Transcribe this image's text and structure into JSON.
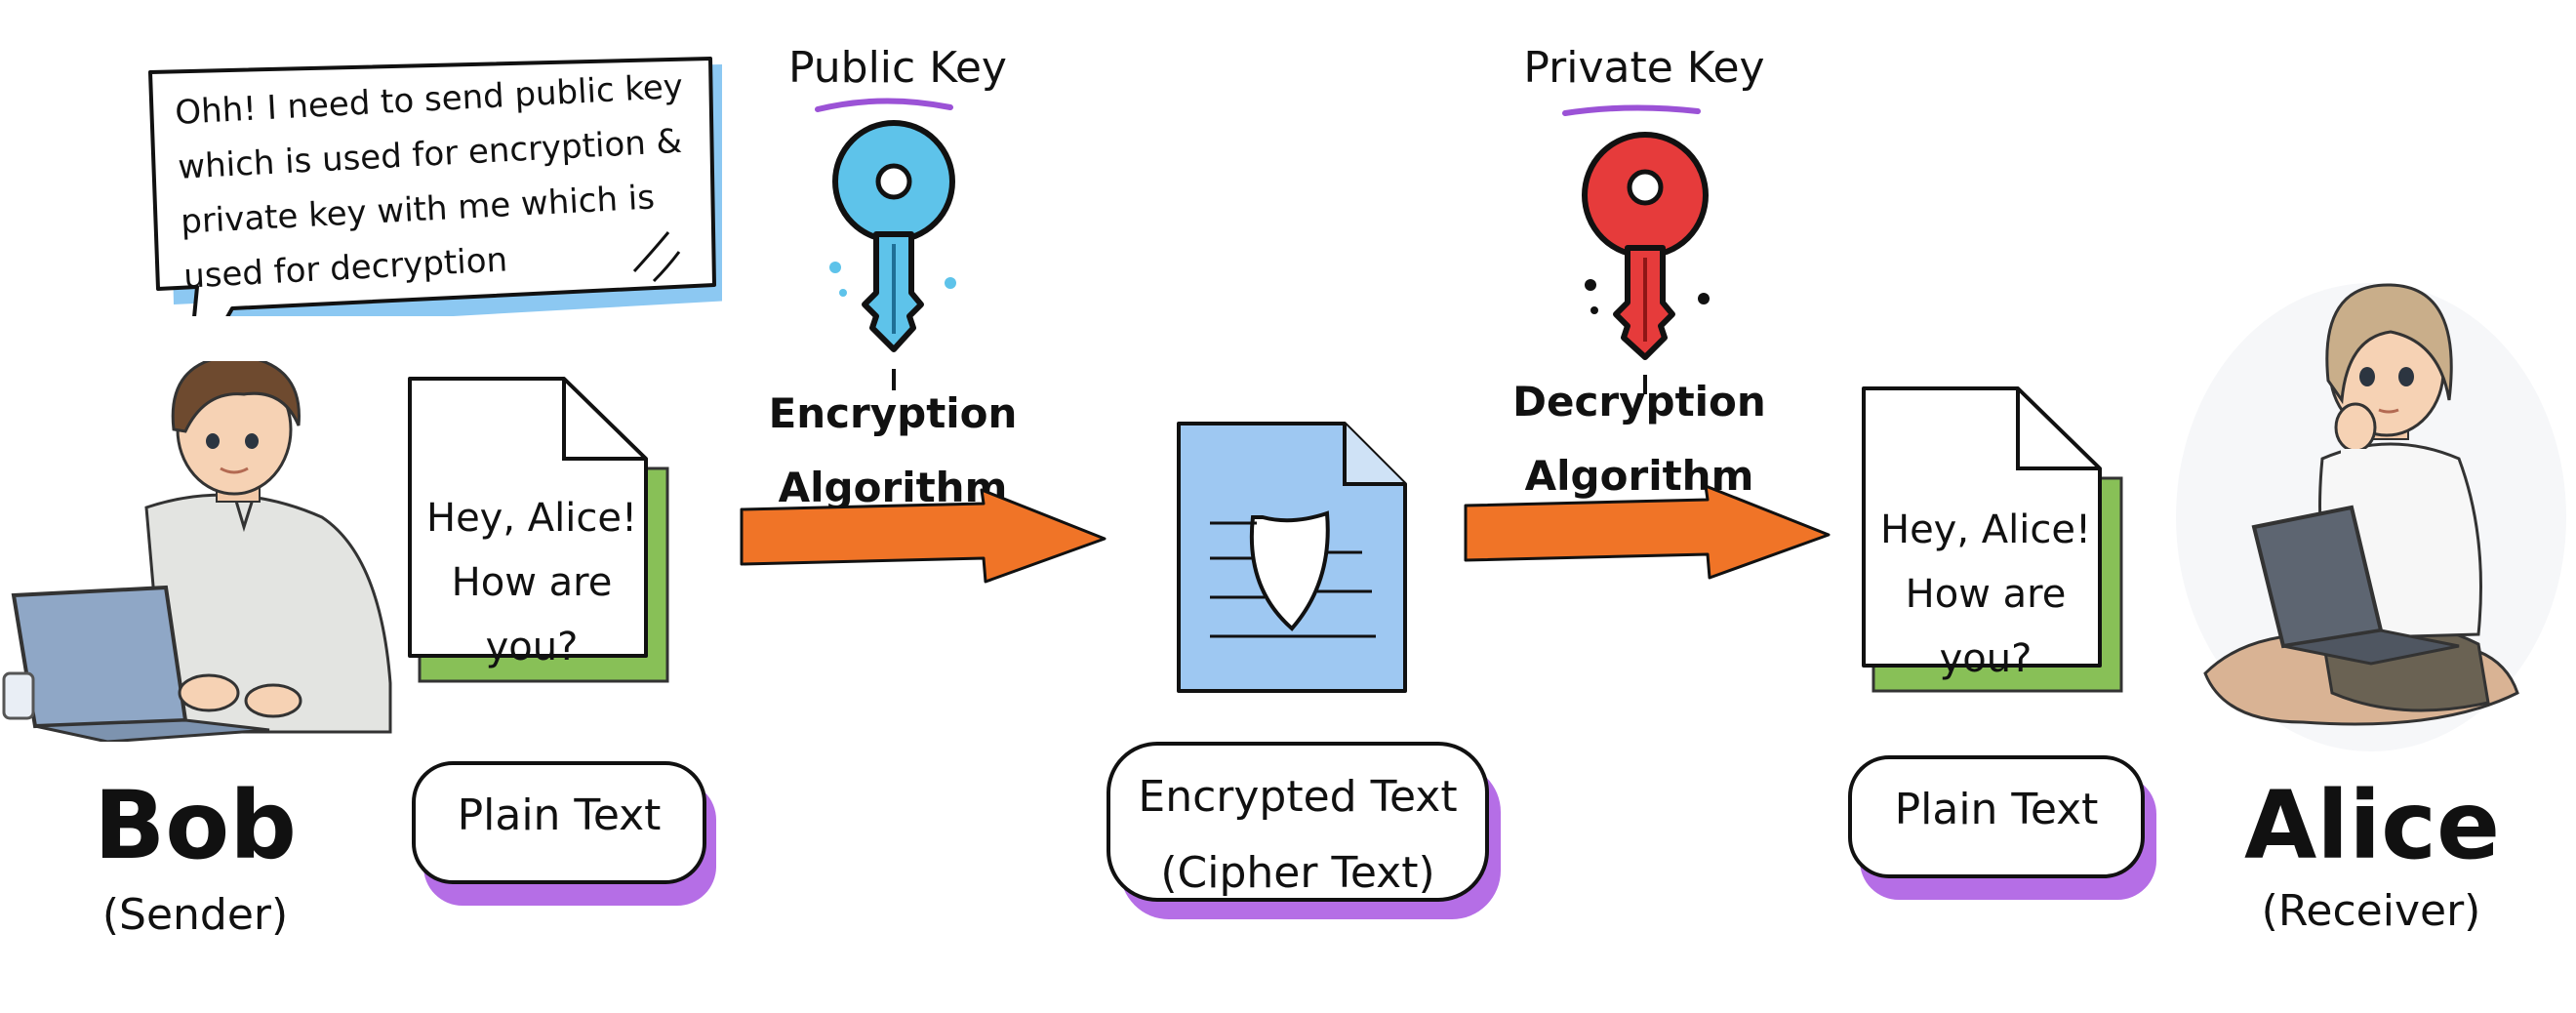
{
  "speech_bubble": {
    "lines": [
      "Ohh! I need to send public key",
      "which is used for encryption &",
      "private key with me which is",
      "used for decryption"
    ]
  },
  "sender": {
    "name": "Bob",
    "role": "(Sender)"
  },
  "receiver": {
    "name": "Alice",
    "role": "(Receiver)"
  },
  "public_key": {
    "title": "Public Key",
    "algorithm_lines": [
      "Encryption",
      "Algorithm"
    ]
  },
  "private_key": {
    "title": "Private Key",
    "algorithm_lines": [
      "Decryption",
      "Algorithm"
    ]
  },
  "plain_doc_left": {
    "lines": [
      "Hey, Alice!",
      "How are you?"
    ]
  },
  "plain_doc_right": {
    "lines": [
      "Hey, Alice!",
      "How are you?"
    ]
  },
  "labels": {
    "plain_left": "Plain Text",
    "encrypted_line1": "Encrypted Text",
    "encrypted_line2": "(Cipher Text)",
    "plain_right": "Plain Text"
  },
  "colors": {
    "arrow": "#f07427",
    "public_key": "#5ec3ea",
    "private_key": "#e63b3b",
    "cipher_doc": "#9ec8f2",
    "doc_shadow": "#88c057",
    "pill_shadow": "#b56ee6",
    "bubble_shadow": "#8cc8f2",
    "underline": "#9b52d6"
  }
}
